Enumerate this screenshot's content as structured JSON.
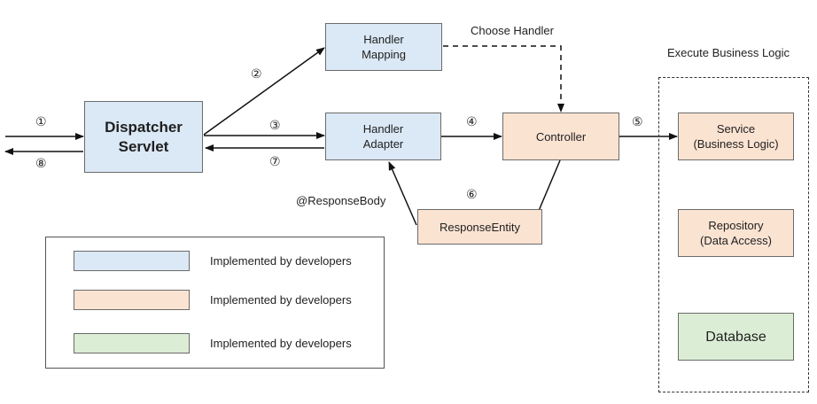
{
  "colors": {
    "blue": "#dbe8f5",
    "orange": "#fbe3d2",
    "green": "#dcedd6",
    "line": "#111111"
  },
  "nodes": {
    "dispatcher": "Dispatcher\nServlet",
    "handler_mapping": "Handler\nMapping",
    "handler_adapter": "Handler\nAdapter",
    "controller": "Controller",
    "response_entity": "ResponseEntity",
    "service": "Service\n(Business Logic)",
    "repository": "Repository\n(Data Access)",
    "database": "Database"
  },
  "labels": {
    "choose_handler": "Choose Handler",
    "execute_business_logic": "Execute Business Logic",
    "response_body": "@ResponseBody"
  },
  "steps": [
    "①",
    "②",
    "③",
    "④",
    "⑤",
    "⑥",
    "⑦",
    "⑧"
  ],
  "legend": [
    {
      "color": "blue",
      "text": "Implemented by developers"
    },
    {
      "color": "orange",
      "text": "Implemented by developers"
    },
    {
      "color": "green",
      "text": "Implemented by developers"
    }
  ]
}
